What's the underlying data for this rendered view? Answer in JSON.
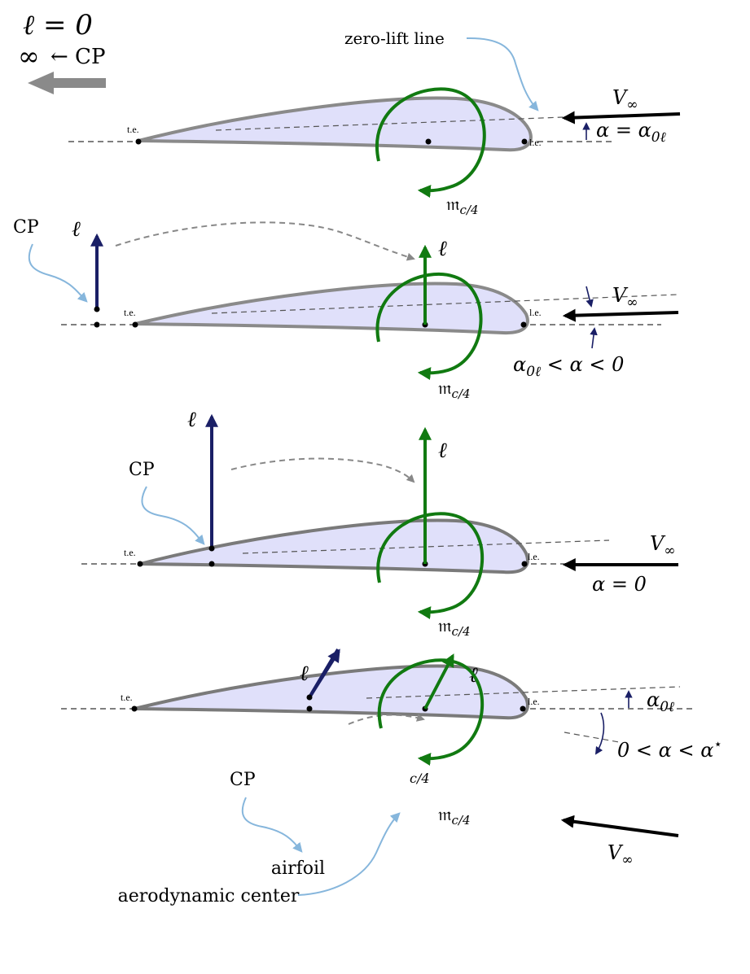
{
  "legend": {
    "lift_zero": "ℓ = 0",
    "cp_infinity_symbol": "∞",
    "cp_infinity_text": "← CP"
  },
  "common": {
    "te": "t.e.",
    "le": "l.e.",
    "lift": "ℓ",
    "velocity": "V",
    "velocity_sub": "∞",
    "moment": "𝔪",
    "moment_sub": "c/4",
    "cp": "CP"
  },
  "panel1": {
    "zero_lift_label": "zero-lift line",
    "alpha_label": "α = α",
    "alpha_sub": "0ℓ"
  },
  "panel2": {
    "alpha_label": "α",
    "alpha_sub": "0ℓ",
    "alpha_rest": " < α < 0"
  },
  "panel3": {
    "alpha_label": "α = 0"
  },
  "panel4": {
    "alpha0_label": "α",
    "alpha0_sub": "0ℓ",
    "alpha_range": "0 < α < α",
    "alpha_star": "⋆",
    "c4_label": "c/4",
    "ac_line1": "airfoil",
    "ac_line2": "aerodynamic center"
  },
  "colors": {
    "airfoil_fill": "#e0e0fa",
    "lift_cp": "#1a1f66",
    "lift_ac": "#117a11",
    "callout": "#86b6dc"
  }
}
